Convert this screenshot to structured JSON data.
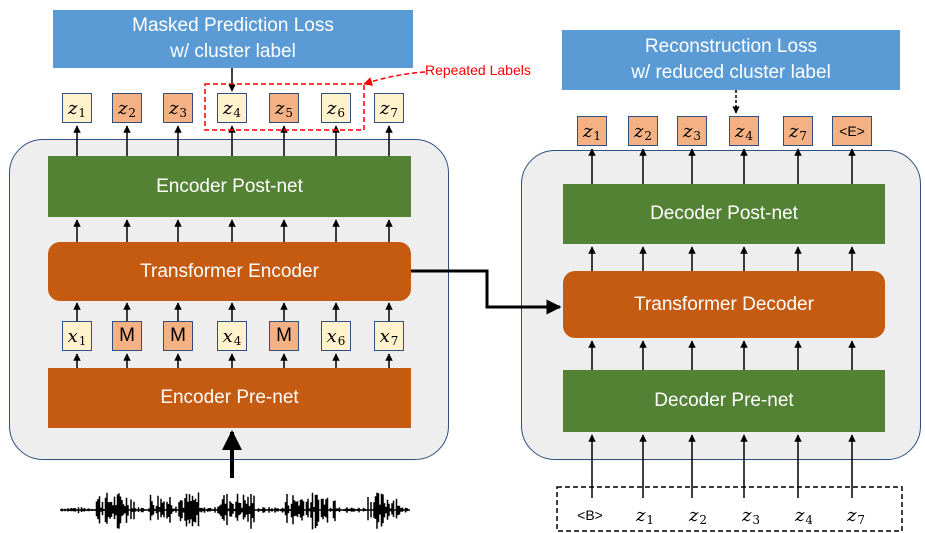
{
  "encoder": {
    "loss_line1": "Masked Prediction Loss",
    "loss_line2": "w/ cluster label",
    "repeated_label": "Repeated Labels",
    "targets": [
      {
        "sym": "z",
        "sub": "1",
        "style": "light"
      },
      {
        "sym": "z",
        "sub": "2",
        "style": "dark"
      },
      {
        "sym": "z",
        "sub": "3",
        "style": "dark"
      },
      {
        "sym": "z",
        "sub": "4",
        "style": "light"
      },
      {
        "sym": "z",
        "sub": "5",
        "style": "dark"
      },
      {
        "sym": "z",
        "sub": "6",
        "style": "light"
      },
      {
        "sym": "z",
        "sub": "7",
        "style": "light"
      }
    ],
    "postnet": "Encoder Post-net",
    "transformer": "Transformer Encoder",
    "inputs": [
      {
        "sym": "x",
        "sub": "1",
        "style": "light"
      },
      {
        "sym": "M",
        "sub": "",
        "style": "dark"
      },
      {
        "sym": "M",
        "sub": "",
        "style": "dark"
      },
      {
        "sym": "x",
        "sub": "4",
        "style": "light"
      },
      {
        "sym": "M",
        "sub": "",
        "style": "dark"
      },
      {
        "sym": "x",
        "sub": "6",
        "style": "light"
      },
      {
        "sym": "x",
        "sub": "7",
        "style": "light"
      }
    ],
    "prenet": "Encoder Pre-net"
  },
  "decoder": {
    "loss_line1": "Reconstruction Loss",
    "loss_line2": "w/ reduced cluster label",
    "targets": [
      {
        "sym": "z",
        "sub": "1"
      },
      {
        "sym": "z",
        "sub": "2"
      },
      {
        "sym": "z",
        "sub": "3"
      },
      {
        "sym": "z",
        "sub": "4"
      },
      {
        "sym": "z",
        "sub": "7"
      },
      {
        "sym": "<E>",
        "sub": ""
      }
    ],
    "postnet": "Decoder Post-net",
    "transformer": "Transformer Decoder",
    "prenet": "Decoder Pre-net",
    "inputs": [
      {
        "sym": "<B>",
        "sub": ""
      },
      {
        "sym": "z",
        "sub": "1"
      },
      {
        "sym": "z",
        "sub": "2"
      },
      {
        "sym": "z",
        "sub": "3"
      },
      {
        "sym": "z",
        "sub": "4"
      },
      {
        "sym": "z",
        "sub": "7"
      }
    ]
  },
  "colors": {
    "loss_box": "#5b9bd5",
    "postnet": "#548235",
    "transformer": "#c55a11",
    "light_token": "#fff2cc",
    "dark_token": "#f4b183",
    "annotation": "#ff0000"
  }
}
